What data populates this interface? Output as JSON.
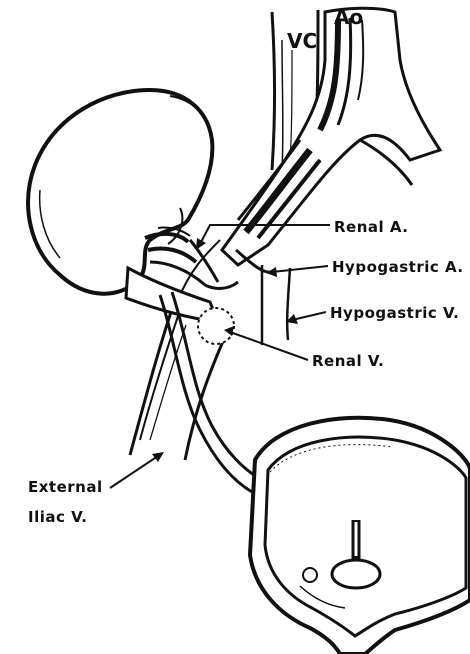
{
  "labels": {
    "vena_cava": "VC",
    "aorta": "Ao",
    "renal_artery": "Renal A.",
    "hypogastric_artery": "Hypogastric A.",
    "hypogastric_vein": "Hypogastric V.",
    "renal_vein": "Renal V.",
    "external_iliac_vein_line1": "External",
    "external_iliac_vein_line2": "Iliac V."
  },
  "colors": {
    "ink": "#111111",
    "paper": "#ffffff"
  }
}
